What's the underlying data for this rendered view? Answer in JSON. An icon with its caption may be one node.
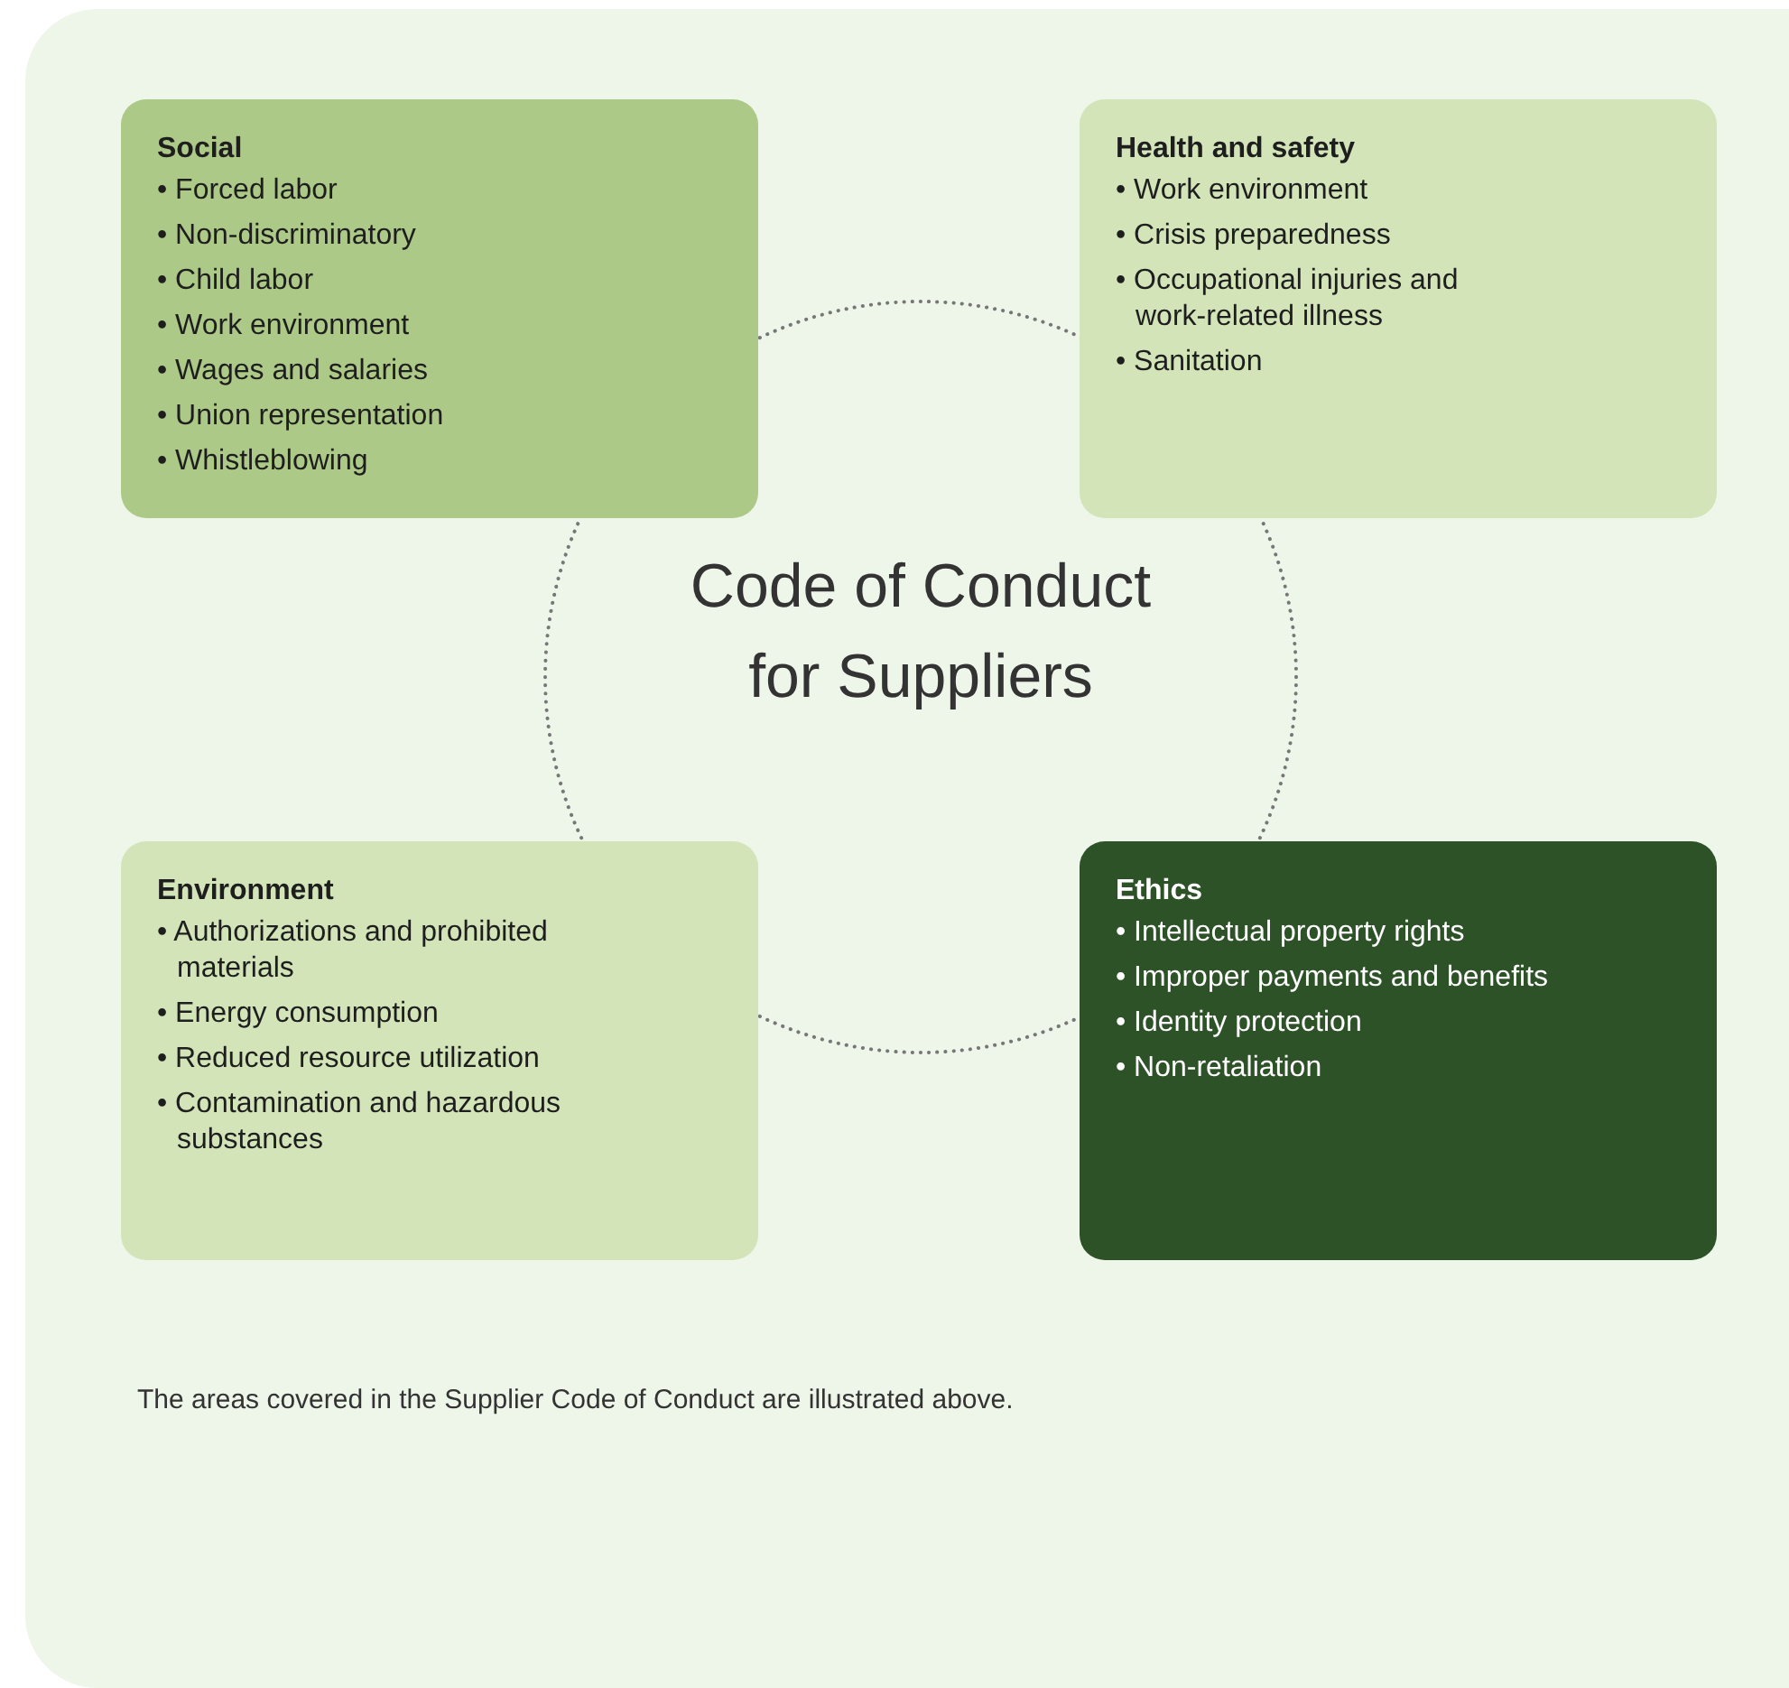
{
  "diagram": {
    "caption": "The areas covered in the Supplier Code of Conduct are illustrated above.",
    "nodes": [
      {
        "text": [
          "Code of Conduct for Suppliers"
        ]
      },
      {
        "text": [
          "Social",
          "• Forced labor",
          "• Non-discriminatory",
          "• Child labor",
          "• Work environment",
          "• Wages and salaries",
          "• Union representation",
          "• Whistleblowing"
        ]
      },
      {
        "text": [
          "Health and safety",
          "• Work environment",
          "• Crisis preparedness",
          "• Occupational injuries and work-related illness",
          "• Sanitation"
        ]
      },
      {
        "text": [
          "Environment",
          "• Authorizations and prohibited materials",
          "• Energy consumption",
          "• Reduced resource utilization",
          "• Contamination and hazardous substances"
        ]
      },
      {
        "text": [
          "Ethics",
          "• Intellectual property rights",
          "• Improper payments and benefits",
          "• Identity protection",
          "• Non-retaliation"
        ]
      }
    ]
  }
}
